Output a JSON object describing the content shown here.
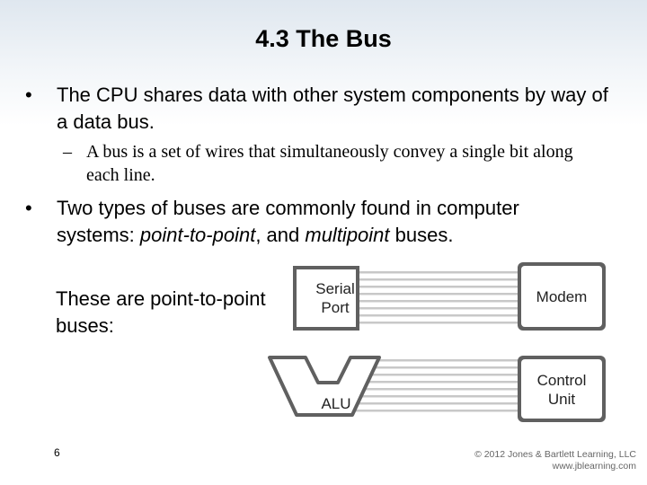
{
  "title": "4.3 The Bus",
  "bullets": [
    {
      "marker": "•",
      "text": "The CPU shares data with other system components by way of a data bus.",
      "sub": {
        "marker": "–",
        "text": "A bus is a set of wires that simultaneously convey a single bit along each line."
      }
    },
    {
      "marker": "•",
      "text_line1": "Two types of buses are commonly found in computer",
      "text_prefix": "systems: ",
      "italic1": "point-to-point",
      "text_middle": ", and ",
      "italic2": "multipoint",
      "text_suffix": " buses."
    }
  ],
  "note": "These are point-to-point buses:",
  "diagram": {
    "serial_port_line1": "Serial",
    "serial_port_line2": "Port",
    "modem": "Modem",
    "alu": "ALU",
    "control_unit_line1": "Control",
    "control_unit_line2": "Unit"
  },
  "page_number": "6",
  "copyright_line1": "© 2012 Jones & Bartlett Learning, LLC",
  "copyright_line2": "www.jblearning.com"
}
